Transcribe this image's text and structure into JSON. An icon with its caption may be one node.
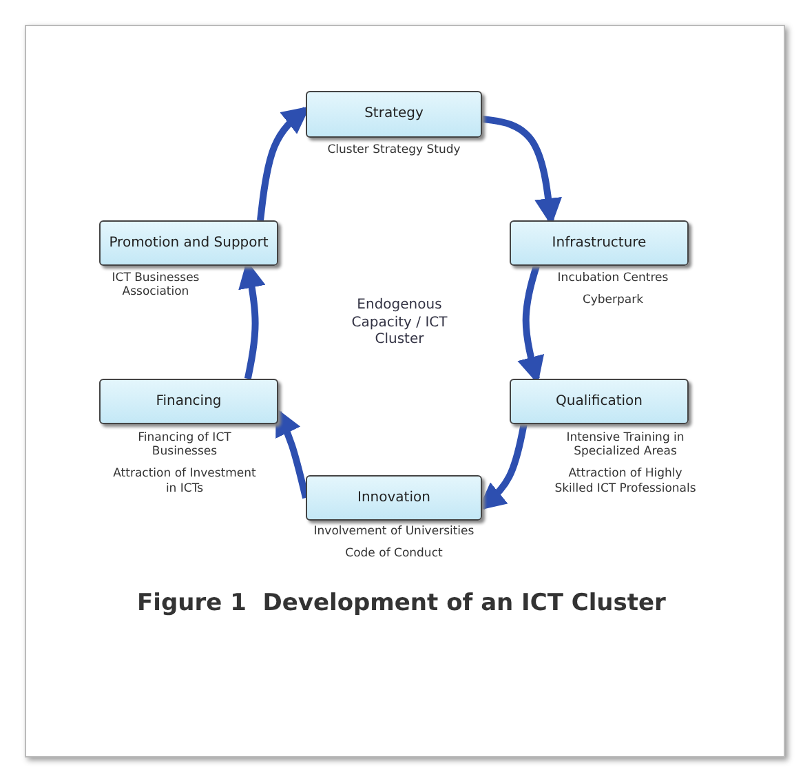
{
  "diagram": {
    "caption": "Figure 1  Development of an ICT Cluster",
    "nodes": [
      {
        "text": [
          "Strategy"
        ],
        "beside": [
          "Cluster Strategy Study"
        ]
      },
      {
        "text": [
          "Infrastructure"
        ],
        "beside": [
          "Incubation Centres",
          "Cyberpark"
        ]
      },
      {
        "text": [
          "Qualification"
        ],
        "beside": [
          "Intensive Training in Specialized Areas",
          "Attraction of Highly Skilled ICT Professionals"
        ]
      },
      {
        "text": [
          "Innovation"
        ],
        "beside": [
          "Involvement of Universities",
          "Code of Conduct"
        ]
      },
      {
        "text": [
          "Financing"
        ],
        "beside": [
          "Financing of ICT Businesses",
          "Attraction of Investment in ICTs"
        ]
      },
      {
        "text": [
          "Promotion and Support"
        ],
        "beside": [
          "ICT Businesses Association"
        ]
      }
    ],
    "edges": [
      {
        "from": 0,
        "to": 1,
        "arrow": "to"
      },
      {
        "from": 1,
        "to": 2,
        "arrow": "to"
      },
      {
        "from": 2,
        "to": 3,
        "arrow": "to"
      },
      {
        "from": 3,
        "to": 4,
        "arrow": "to"
      },
      {
        "from": 4,
        "to": 5,
        "arrow": "to"
      },
      {
        "from": 5,
        "to": 0,
        "arrow": "to"
      }
    ],
    "labels": [
      "Endogenous Capacity / ICT Cluster"
    ]
  }
}
